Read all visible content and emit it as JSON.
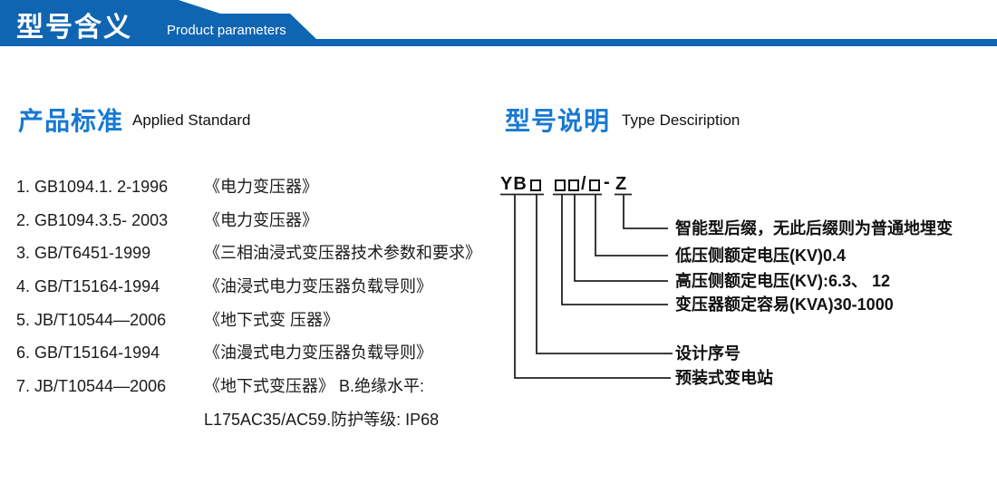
{
  "header": {
    "title_cn": "型号含义",
    "title_en": "Product parameters"
  },
  "colors": {
    "banner_blue": "#1065b2",
    "heading_blue": "#1779d1",
    "body_text": "#1a1a1a",
    "diagram_line": "#222222"
  },
  "standards": {
    "heading_cn": "产品标准",
    "heading_en": "Applied Standard",
    "items": [
      {
        "code": "1. GB1094.1. 2-1996",
        "title": "《电力变压器》"
      },
      {
        "code": "2. GB1094.3.5- 2003",
        "title": "《电力变压器》"
      },
      {
        "code": "3. GB/T6451-1999",
        "title": "《三相油浸式变压器技术参数和要求》"
      },
      {
        "code": "4. GB/T15164-1994",
        "title": "《油浸式电力变压器负载导则》"
      },
      {
        "code": "5. JB/T10544—2006",
        "title": "《地下式变 压器》"
      },
      {
        "code": "6. GB/T15164-1994",
        "title": "《油漫式电力变压器负载导则》"
      },
      {
        "code": "7. JB/T10544—2006",
        "title": "《地下式变压器》 B.绝缘水平:"
      }
    ],
    "continuation": "L175AC35/AC59.防护等级: IP68"
  },
  "model": {
    "heading_cn": "型号说明",
    "heading_en": "Type Desciription",
    "prefix": "YB",
    "slash": "/",
    "dash": "-",
    "suffix": "Z",
    "labels": [
      {
        "text": "智能型后缀，无此后缀则为普通地埋变"
      },
      {
        "text": "低压侧额定电压(KV)0.4"
      },
      {
        "text": "高压侧额定电压(KV):6.3、 12"
      },
      {
        "text": "变压器额定容易(KVA)30-1000"
      },
      {
        "text": "设计序号"
      },
      {
        "text": "预装式变电站"
      }
    ]
  }
}
